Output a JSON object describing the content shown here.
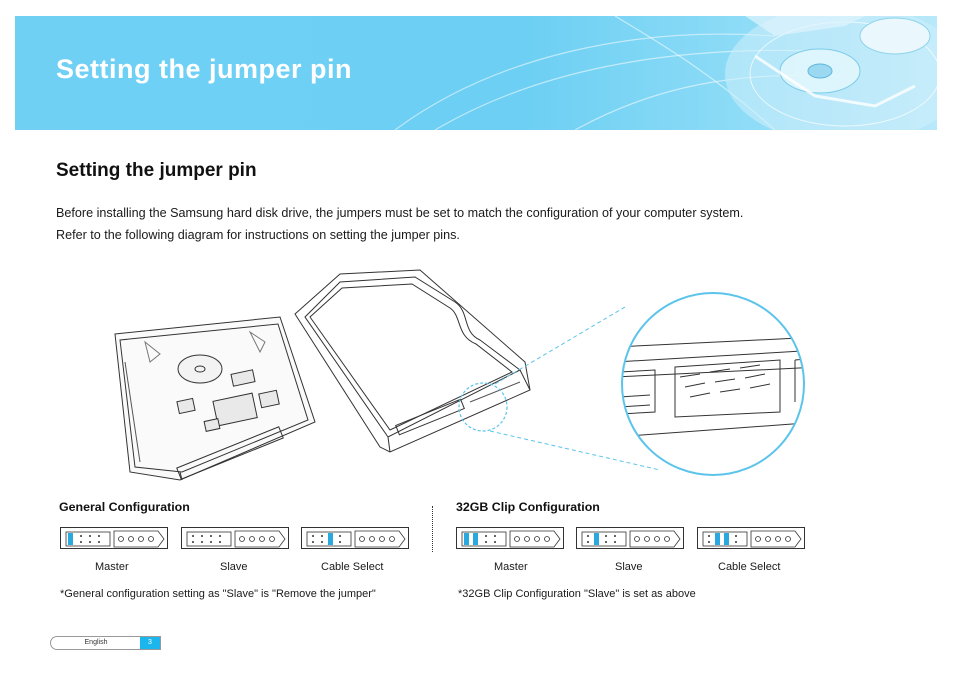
{
  "banner": {
    "title": "Setting the jumper pin"
  },
  "section": {
    "heading": "Setting the jumper pin",
    "paragraphs": [
      "Before installing the Samsung hard disk drive, the jumpers must be set to match the configuration of your computer system.",
      "Refer to the following diagram for instructions on setting the jumper pins."
    ]
  },
  "general": {
    "title": "General Configuration",
    "labels": [
      "Master",
      "Slave",
      "Cable Select"
    ],
    "note": "*General configuration setting as \"Slave\" is \"Remove the jumper\""
  },
  "clip": {
    "title": "32GB Clip Configuration",
    "labels": [
      "Master",
      "Slave",
      "Cable Select"
    ],
    "note": "*32GB Clip Configuration \"Slave\" is set as above"
  },
  "footer": {
    "language": "English",
    "page": "3"
  },
  "colors": {
    "accent": "#1bb6ee",
    "banner": "#6fd0f4",
    "jumper": "#29a9e0"
  },
  "icons": {
    "illustration": "hard-disk-drive-icon",
    "zoom": "magnifier-circle-icon"
  }
}
